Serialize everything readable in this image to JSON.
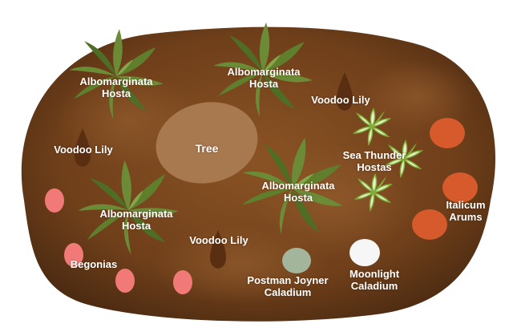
{
  "colors": {
    "soil": "#6f3f1a",
    "soil_light": "#8a5324",
    "soil_dark": "#4e2c12",
    "tree": "#a8784f",
    "hosta_leaf": "#6b8b36",
    "hosta_leaf_dark": "#4f6e25",
    "voodoo_lily": "#5a2e10",
    "sea_thunder_leaf": "#e8f2c8",
    "sea_thunder_edge": "#7fae3a",
    "begonia": "#f17a78",
    "italicum_arum": "#d65a2c",
    "postman_joyner": "#a3b59b",
    "moonlight": "#f6f6f6"
  },
  "legend": {
    "tree": "Tree",
    "hosta_1": [
      "Albomarginata",
      "Hosta"
    ],
    "hosta_2": [
      "Albomarginata",
      "Hosta"
    ],
    "hosta_3": [
      "Albomarginata",
      "Hosta"
    ],
    "hosta_4": [
      "Albomarginata",
      "Hosta"
    ],
    "voodoo_1": "Voodoo Lily",
    "voodoo_2": "Voodoo Lily",
    "voodoo_3": "Voodoo Lily",
    "sea_thunder": [
      "Sea Thunder",
      "Hostas"
    ],
    "italicum": [
      "Italicum",
      "Arums"
    ],
    "begonias": "Begonias",
    "postman": [
      "Postman Joyner",
      "Caladium"
    ],
    "moonlight": [
      "Moonlight",
      "Caladium"
    ]
  },
  "icons": {
    "hosta": "hosta-plant-icon",
    "voodoo": "voodoo-lily-icon",
    "sea_thunder": "sea-thunder-hosta-icon",
    "begonia": "begonia-icon",
    "arum": "italicum-arum-icon",
    "caladium": "caladium-icon",
    "tree": "tree-icon"
  }
}
